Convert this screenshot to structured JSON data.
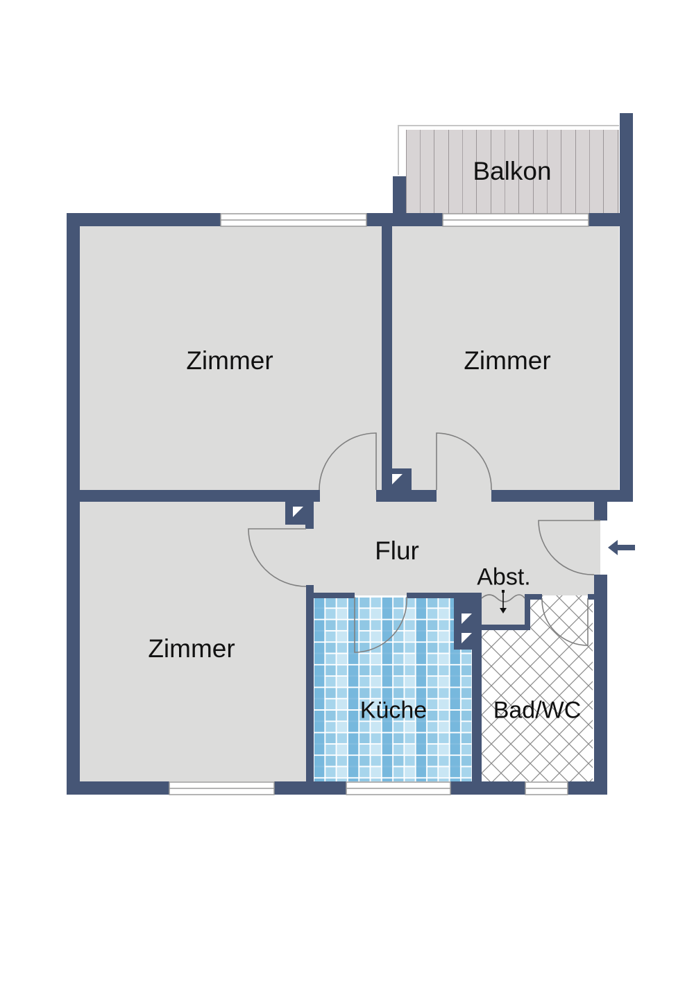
{
  "plan": {
    "colors": {
      "wall": "#465676",
      "floor": "#dcdcdb",
      "balcony": "#d6d2d3",
      "kitchen_tile": "#a9d6ec",
      "bath_bg": "#ffffff",
      "door_arc": "#808080",
      "window": "#ffffff"
    },
    "rooms": [
      {
        "id": "balkon",
        "label": "Balkon"
      },
      {
        "id": "zimmer_1",
        "label": "Zimmer"
      },
      {
        "id": "zimmer_2",
        "label": "Zimmer"
      },
      {
        "id": "zimmer_3",
        "label": "Zimmer"
      },
      {
        "id": "flur",
        "label": "Flur"
      },
      {
        "id": "abst",
        "label": "Abst."
      },
      {
        "id": "kueche",
        "label": "Küche"
      },
      {
        "id": "bad",
        "label": "Bad/WC"
      }
    ],
    "entrance_icon": "arrow-left-icon"
  }
}
